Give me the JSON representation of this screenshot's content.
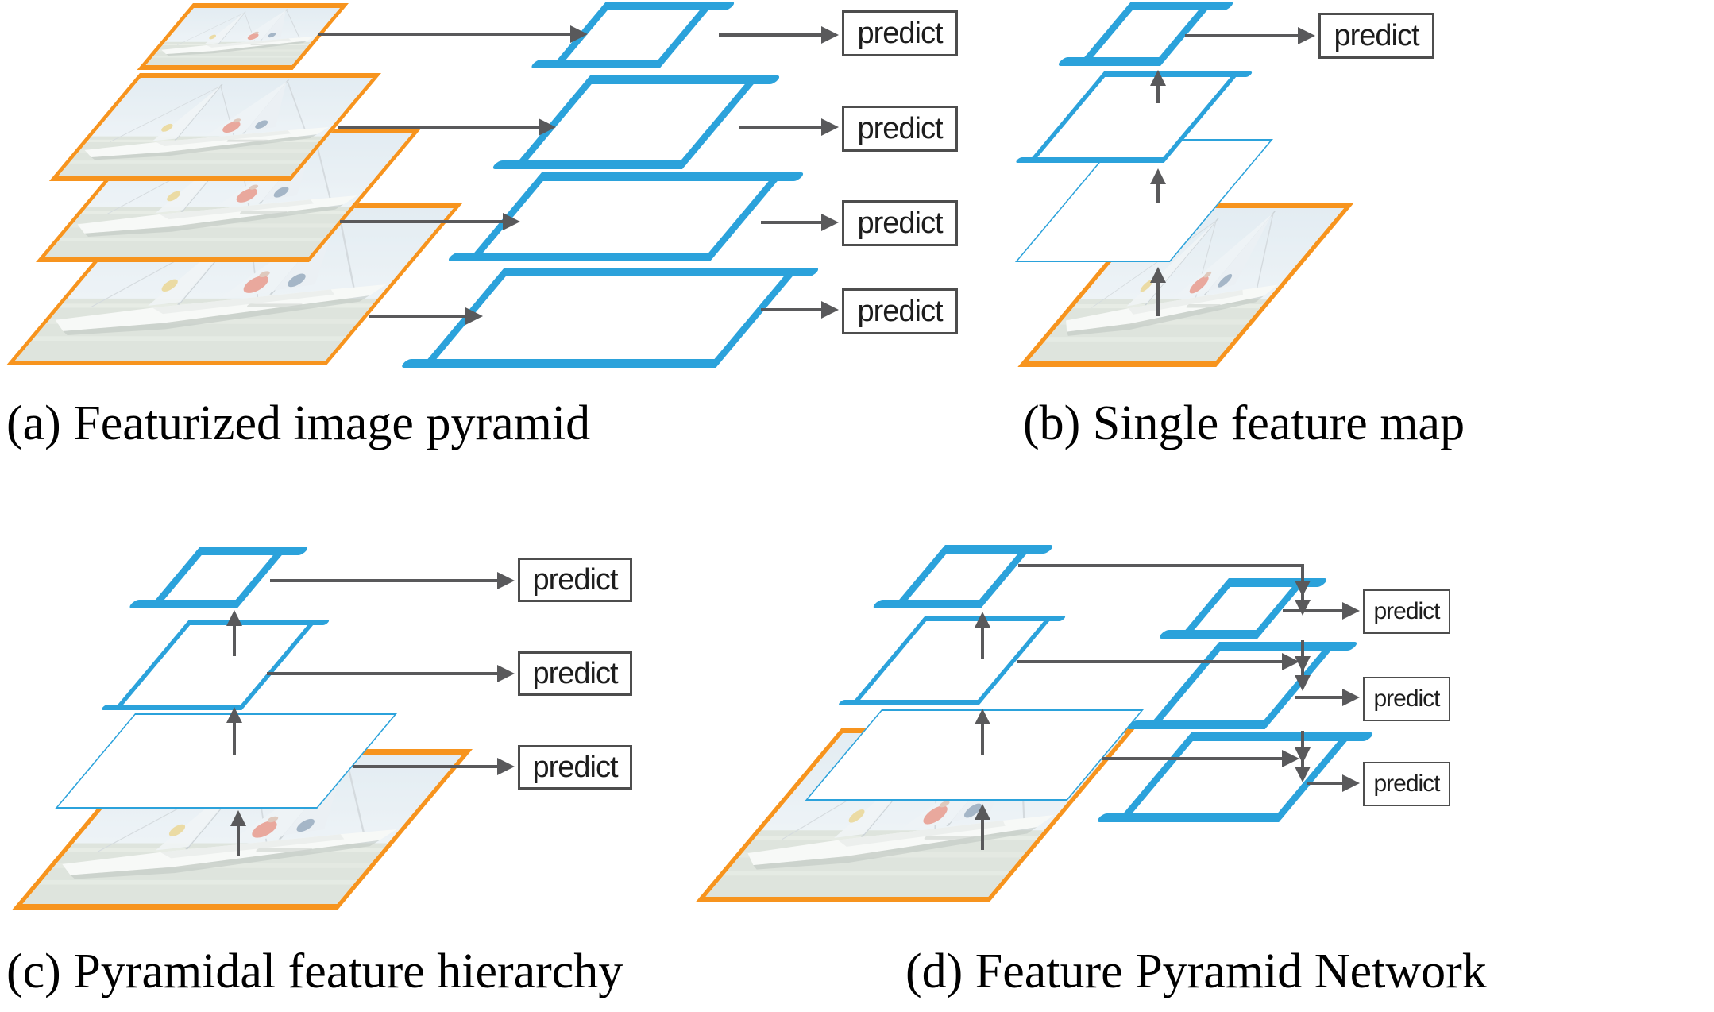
{
  "figure": {
    "panels": [
      {
        "id": "a",
        "caption": "(a) Featurized image pyramid",
        "predict_labels": [
          "predict",
          "predict",
          "predict",
          "predict"
        ]
      },
      {
        "id": "b",
        "caption": "(b) Single feature map",
        "predict_labels": [
          "predict"
        ]
      },
      {
        "id": "c",
        "caption": "(c) Pyramidal feature hierarchy",
        "predict_labels": [
          "predict",
          "predict",
          "predict"
        ]
      },
      {
        "id": "d",
        "caption": "(d) Feature Pyramid Network",
        "predict_labels": [
          "predict",
          "predict",
          "predict"
        ]
      }
    ],
    "colors": {
      "feature_map_blue": "#2BA2DB",
      "image_border_orange": "#F7941E",
      "arrow_gray": "#59595B",
      "predict_box_border": "#4D4D4D"
    }
  }
}
